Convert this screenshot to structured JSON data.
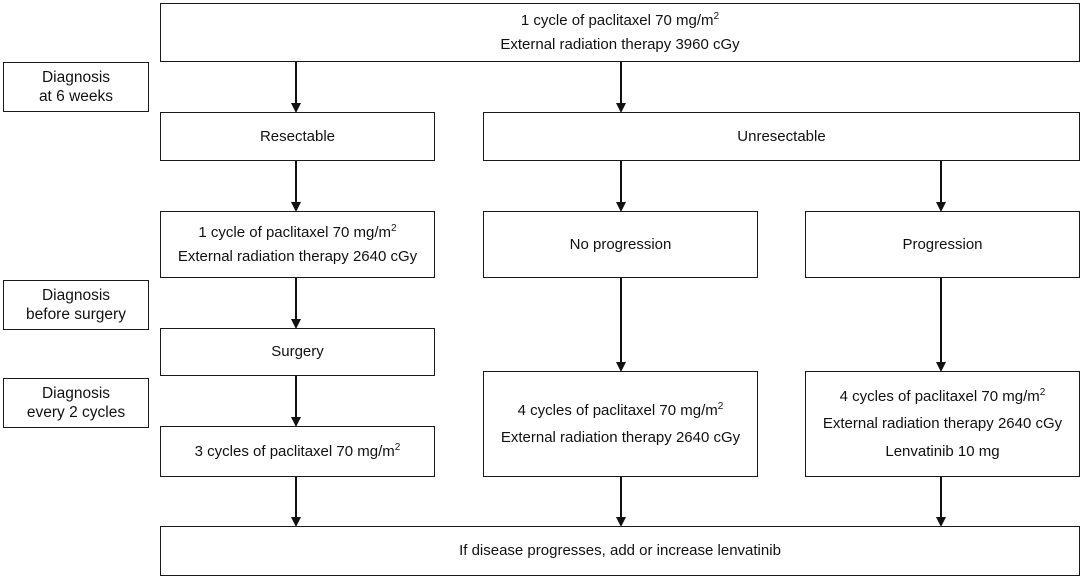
{
  "top_box": {
    "line1_prefix": "1 cycle of paclitaxel 70 mg/m",
    "line1_sup": "2",
    "line2": "External radiation therapy 3960 cGy"
  },
  "side_labels": {
    "diag_6w": [
      "Diagnosis",
      "at 6 weeks"
    ],
    "diag_surgery": [
      "Diagnosis",
      "before surgery"
    ],
    "diag_cycles": [
      "Diagnosis",
      "every 2 cycles"
    ]
  },
  "resectable": {
    "label": "Resectable"
  },
  "unresectable": {
    "label": "Unresectable"
  },
  "resect_treatment": {
    "line1_prefix": "1 cycle of paclitaxel 70 mg/m",
    "line1_sup": "2",
    "line2": "External radiation therapy 2640 cGy"
  },
  "no_progression": {
    "label": "No progression"
  },
  "progression": {
    "label": "Progression"
  },
  "surgery": {
    "label": "Surgery"
  },
  "post_surgery": {
    "line1_prefix": "3 cycles of paclitaxel 70 mg/m",
    "line1_sup": "2"
  },
  "no_prog_treatment": {
    "line1_prefix": "4 cycles of paclitaxel 70 mg/m",
    "line1_sup": "2",
    "line2": "External radiation therapy 2640 cGy"
  },
  "prog_treatment": {
    "line1_prefix": "4 cycles of paclitaxel 70 mg/m",
    "line1_sup": "2",
    "line2": "External radiation therapy 2640 cGy",
    "line3": "Lenvatinib 10 mg"
  },
  "bottom_box": {
    "label": "If disease progresses, add or increase lenvatinib"
  }
}
